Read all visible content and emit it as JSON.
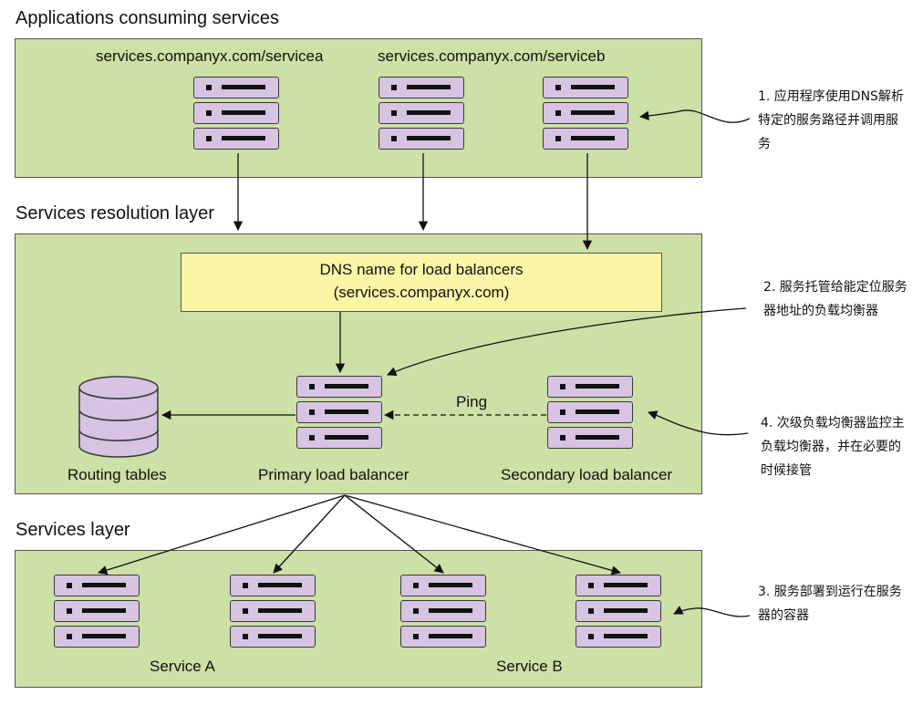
{
  "layers": {
    "apps_title": "Applications consuming services",
    "resolution_title": "Services resolution layer",
    "services_title": "Services layer"
  },
  "apps": {
    "url_a": "services.companyx.com/servicea",
    "url_b": "services.companyx.com/serviceb"
  },
  "dns_box": {
    "line1": "DNS name for load balancers",
    "line2": "(services.companyx.com)"
  },
  "resolution": {
    "routing_tables": "Routing tables",
    "primary_lb": "Primary load balancer",
    "secondary_lb": "Secondary load balancer",
    "ping": "Ping"
  },
  "services": {
    "service_a": "Service A",
    "service_b": "Service B"
  },
  "notes": {
    "n1": "1. 应用程序使用DNS解析特定的服务路径并调用服务",
    "n2": "2. 服务托管给能定位服务器地址的负载均衡器",
    "n3": "3. 服务部署到运行在服务器的容器",
    "n4": "4. 次级负载均衡器监控主负载均衡器，并在必要的时候接管"
  },
  "colors": {
    "panel": "#cde0a6",
    "dns_box": "#fbf5a6",
    "server_unit": "#d6c4e2"
  }
}
